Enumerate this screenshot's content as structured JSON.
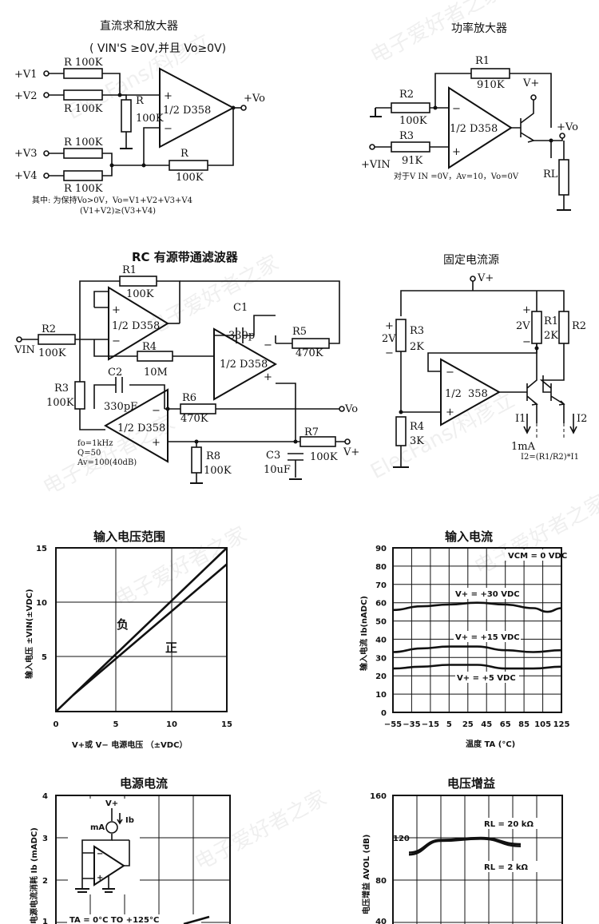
{
  "circuits": {
    "dc_summing": {
      "title": "直流求和放大器",
      "condition": "( VIN'S   ≥0V,并且  Vo≥0V)",
      "inputs": [
        "+V1",
        "+V2",
        "+V3",
        "+V4"
      ],
      "resistor_labels": [
        "R 100K",
        "R 100K",
        "R 100K",
        "R 100K"
      ],
      "r_shunt": "R",
      "r_shunt_value": "100K",
      "r_feedback": "R",
      "r_feedback_value": "100K",
      "opamp": "1/2 D358",
      "output": "+Vo",
      "note1": "其中: 为保持Vo>0V，Vo=V1+V2+V3+V4",
      "note2": "(V1+V2)≥(V3+V4)"
    },
    "power_amp": {
      "title": "功率放大器",
      "r1": "R1",
      "r1_value": "910K",
      "r2": "R2",
      "r2_value": "100K",
      "r3": "R3",
      "r3_value": "91K",
      "opamp": "1/2 D358",
      "supply": "V+",
      "output": "+Vo",
      "input": "+VIN",
      "load": "RL",
      "note": "对于V IN =0V，Av=10，Vo=0V"
    },
    "rc_bandpass": {
      "title": "RC 有源带通滤波器",
      "r1": "R1",
      "r1_value": "100K",
      "r2": "R2",
      "r2_value": "100K",
      "r3": "R3",
      "r3_value": "100K",
      "r4": "R4",
      "r4_value": "10M",
      "r5": "R5",
      "r5_value": "470K",
      "r6": "R6",
      "r6_value": "470K",
      "r7": "R7",
      "r7_value": "100K",
      "r8": "R8",
      "r8_value": "100K",
      "c1": "C1",
      "c1_value": "330p",
      "c2": "C2",
      "c2_value": "330pF",
      "c3": "C3",
      "c3_value": "10uF",
      "opamp_a": "1/2 D358",
      "opamp_b": "1/2 D358",
      "opamp_c": "1/2 D358",
      "input": "VIN",
      "output": "Vo",
      "supply": "V+",
      "spec_fo": "fo=1kHz",
      "spec_q": "Q=50",
      "spec_av": "Av=100(40dB)"
    },
    "fixed_current": {
      "title": "固定电流源",
      "supply": "V+",
      "r1": "R1",
      "r1_value": "2K",
      "r2": "R2",
      "r3": "R3",
      "r3_value": "2K",
      "r4": "R4",
      "r4_value": "3K",
      "v_left": "2V",
      "v_right": "2V",
      "opamp_half": "1/2",
      "opamp_num": "358",
      "i1": "I1",
      "i2": "I2",
      "i1_value": "1mA",
      "formula": "I2=(R1/R2)*I1"
    }
  },
  "chart_data": [
    {
      "type": "line",
      "title": "输入电压范围",
      "xlabel": "V+或 V− 电源电压 （±VDC）",
      "ylabel": "输入电压 ±VIN(±VDC)",
      "xlim": [
        0,
        15
      ],
      "ylim": [
        0,
        15
      ],
      "xticks": [
        "0",
        "5",
        "10",
        "15"
      ],
      "yticks": [
        "5",
        "10",
        "15"
      ],
      "grid": true,
      "series": [
        {
          "name": "负",
          "x": [
            0,
            15
          ],
          "y": [
            0,
            15
          ]
        },
        {
          "name": "正",
          "x": [
            1.5,
            15
          ],
          "y": [
            1.5,
            13.5
          ]
        }
      ]
    },
    {
      "type": "line",
      "title": "输入电流",
      "xlabel": "温度 TA (°C)",
      "ylabel": "输入电流 Ib(nADC)",
      "annotation": "VCM = 0 VDC",
      "xlim": [
        -55,
        125
      ],
      "ylim": [
        0,
        90
      ],
      "xticks": [
        "−55",
        "−35",
        "−15",
        "5",
        "25",
        "45",
        "65",
        "85",
        "105",
        "125"
      ],
      "yticks": [
        "0",
        "10",
        "20",
        "30",
        "40",
        "50",
        "60",
        "70",
        "80",
        "90"
      ],
      "grid": true,
      "series": [
        {
          "name": "V+ = +30 VDC",
          "x": [
            -55,
            -25,
            5,
            35,
            65,
            95,
            110,
            125
          ],
          "y": [
            56,
            58,
            59,
            60,
            59,
            57,
            55,
            57
          ]
        },
        {
          "name": "V+ = +15 VDC",
          "x": [
            -55,
            -25,
            5,
            35,
            65,
            95,
            125
          ],
          "y": [
            33,
            35,
            36,
            36,
            34,
            33,
            34
          ]
        },
        {
          "name": "V+ = +5 VDC",
          "x": [
            -55,
            -25,
            5,
            35,
            65,
            95,
            125
          ],
          "y": [
            24,
            25,
            26,
            26,
            24,
            24,
            25
          ]
        }
      ]
    },
    {
      "type": "line",
      "title": "电源电流",
      "ylabel": "电源电流消耗 Ib (mADC)",
      "annotation": "TA = 0°C TO +125°C",
      "inset_labels": {
        "supply": "V+",
        "current": "Ib",
        "meter": "mA"
      },
      "ylim": [
        0,
        4
      ],
      "yticks": [
        "1",
        "2",
        "3",
        "4"
      ],
      "grid": true,
      "series": [
        {
          "x": [
            25,
            30
          ],
          "y": [
            0.9,
            1.0
          ]
        }
      ]
    },
    {
      "type": "line",
      "title": "电压增益",
      "ylabel": "电压增益 AVOL (dB)",
      "ylim": [
        40,
        160
      ],
      "yticks": [
        "40",
        "80",
        "120",
        "160"
      ],
      "grid": true,
      "series": [
        {
          "name": "RL = 20 kΩ",
          "x": [
            2,
            10,
            20,
            30
          ],
          "y": [
            106,
            118,
            120,
            114
          ]
        },
        {
          "name": "RL = 2 kΩ",
          "x": [
            2,
            10,
            20,
            30
          ],
          "y": [
            104,
            117,
            119,
            112
          ]
        }
      ]
    }
  ]
}
